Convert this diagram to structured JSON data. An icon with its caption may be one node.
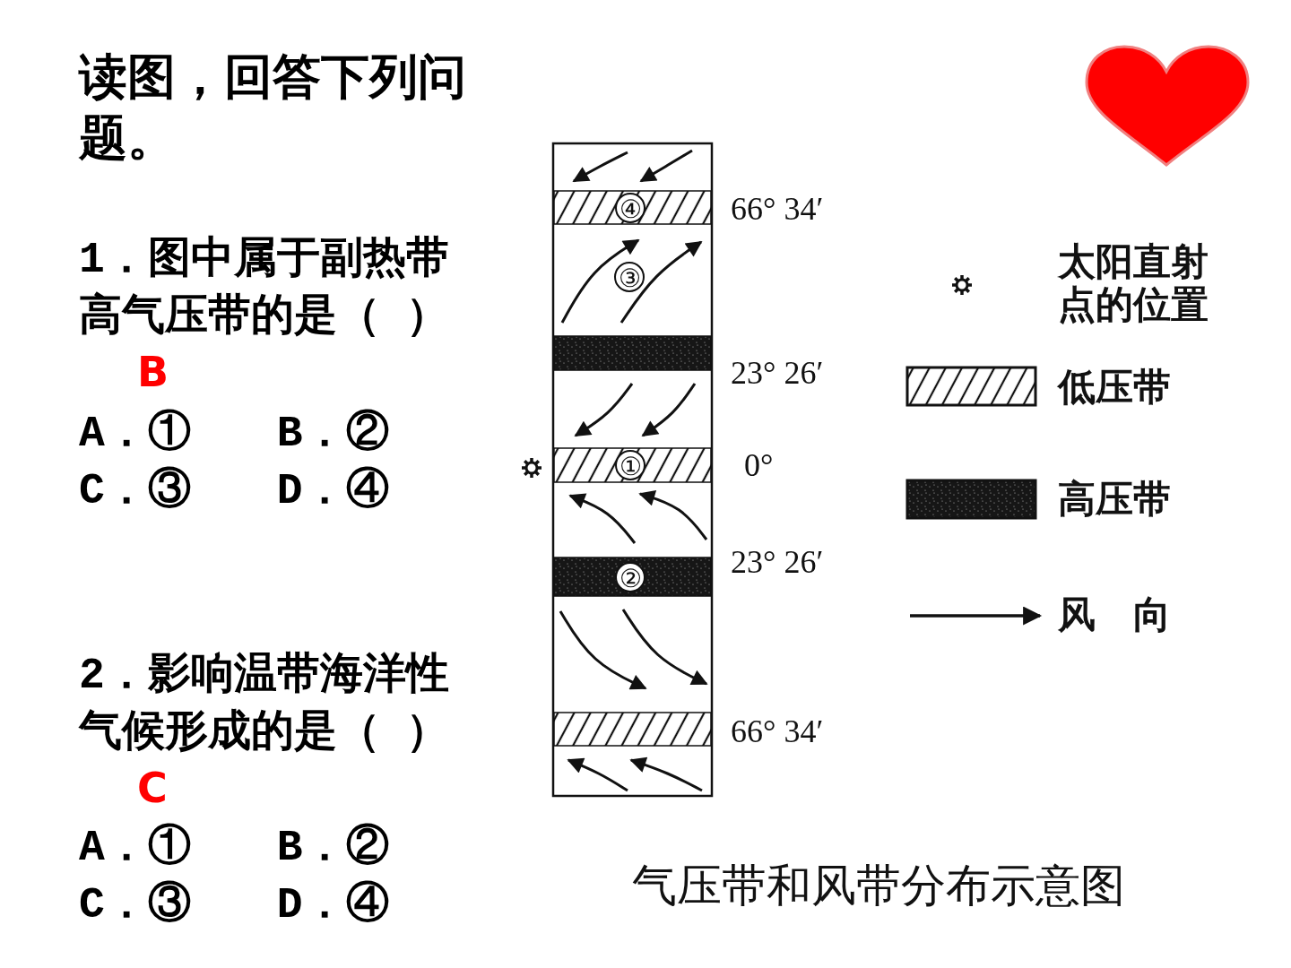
{
  "diagram": {
    "title": "读图，回答下列问题。",
    "caption": "气压带和风带分布示意图",
    "nodes": [
      {
        "text": [
          "④"
        ],
        "beside": [
          "66° 34′"
        ]
      },
      {
        "text": [],
        "shape": "bar",
        "beside": [
          "23° 26′"
        ]
      },
      {
        "text": [
          "①"
        ],
        "beside": [
          "0°"
        ]
      },
      {
        "text": [
          "②"
        ],
        "beside": [
          "23° 26′"
        ]
      },
      {
        "text": [],
        "shape": "bar",
        "beside": [
          "66° 34′"
        ]
      }
    ],
    "labels": [
      "1．图中属于副热带高气压带的是（ ）",
      "B",
      "A．①　　B．②　　C．③　　D．④",
      "2．影响温带海洋性气候形成的是（ ）",
      "C",
      "A．①　　B．②　　C．③　　D．④",
      "③"
    ],
    "legend": [
      {
        "text": "太阳直射点的位置"
      },
      {
        "text": "低压带"
      },
      {
        "text": "高压带"
      },
      {
        "text": "风　向"
      }
    ]
  }
}
